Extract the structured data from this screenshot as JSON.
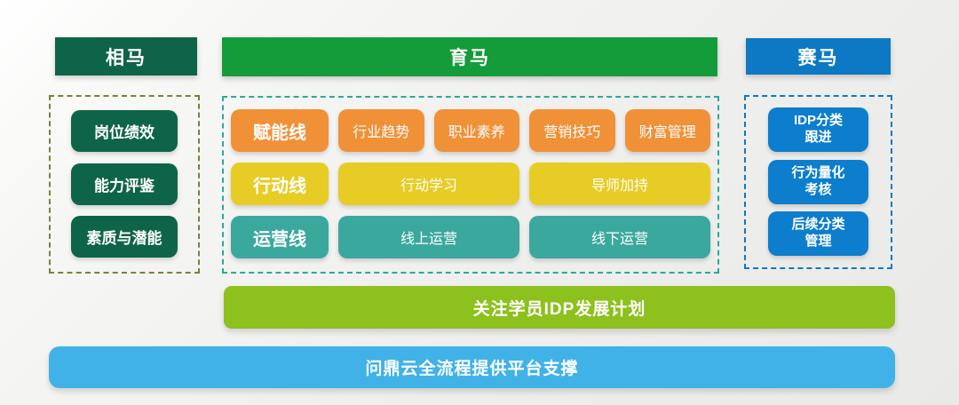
{
  "columns": {
    "left": {
      "header": "相马",
      "items": [
        "岗位绩效",
        "能力评鉴",
        "素质与潜能"
      ]
    },
    "middle": {
      "header": "育马",
      "rows": [
        {
          "label": "赋能线",
          "cells": [
            "行业趋势",
            "职业素养",
            "营销技巧",
            "财富管理"
          ]
        },
        {
          "label": "行动线",
          "cells": [
            "行动学习",
            "导师加持"
          ]
        },
        {
          "label": "运营线",
          "cells": [
            "线上运营",
            "线下运营"
          ]
        }
      ]
    },
    "right": {
      "header": "赛马",
      "items": [
        "IDP分类\n跟进",
        "行为量化\n考核",
        "后续分类\n管理"
      ]
    }
  },
  "bars": {
    "idp_plan": "关注学员IDP发展计划",
    "platform": "问鼎云全流程提供平台支撑"
  },
  "colors": {
    "dark_green": "#0e6448",
    "green": "#149c3a",
    "blue_header": "#0d79c4",
    "blue_box": "#0d7ecd",
    "orange": "#f09138",
    "yellow": "#e7cc25",
    "teal": "#3ba89e",
    "lime_bar": "#8cc11e",
    "sky_bar": "#41b2e8",
    "olive_border": "#7d8134",
    "teal_border": "#2ba99c"
  }
}
